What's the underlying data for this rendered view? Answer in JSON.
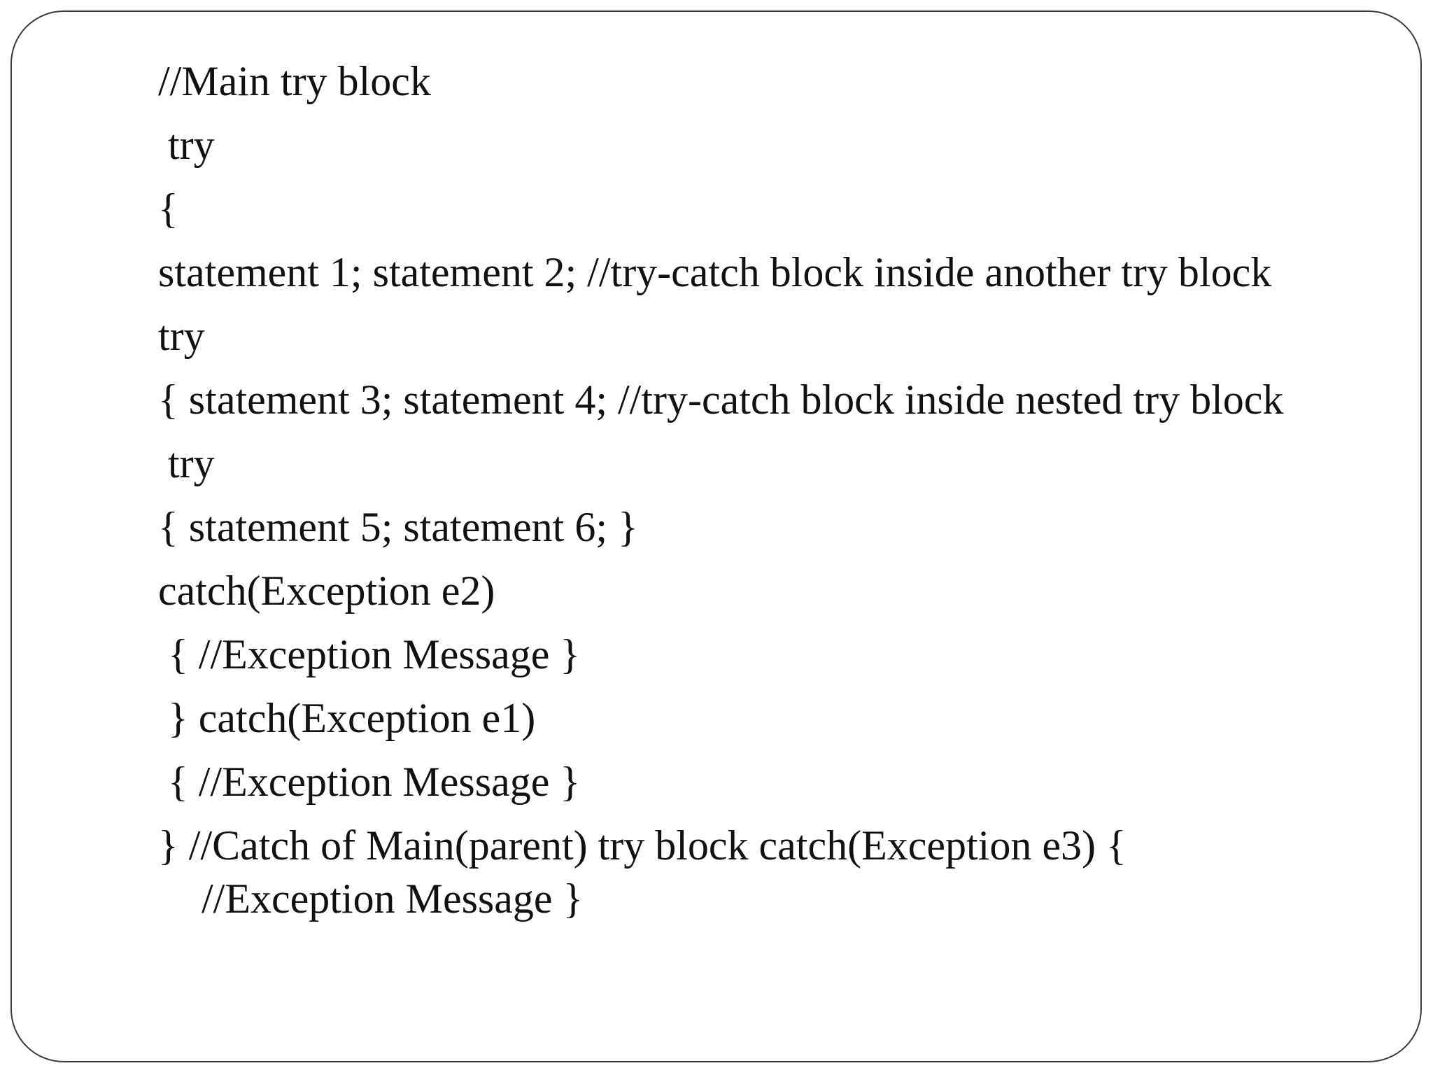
{
  "slide": {
    "lines": [
      "//Main try block",
      "try",
      "{",
      "statement 1; statement 2; //try-catch block inside another try block",
      "try",
      "{ statement 3; statement 4; //try-catch block inside nested try block",
      "try",
      "{ statement 5; statement 6; }",
      "catch(Exception e2)",
      "{ //Exception Message }",
      "} catch(Exception e1)",
      "{ //Exception Message }",
      "} //Catch of Main(parent) try block catch(Exception e3) {",
      "//Exception Message }"
    ]
  }
}
